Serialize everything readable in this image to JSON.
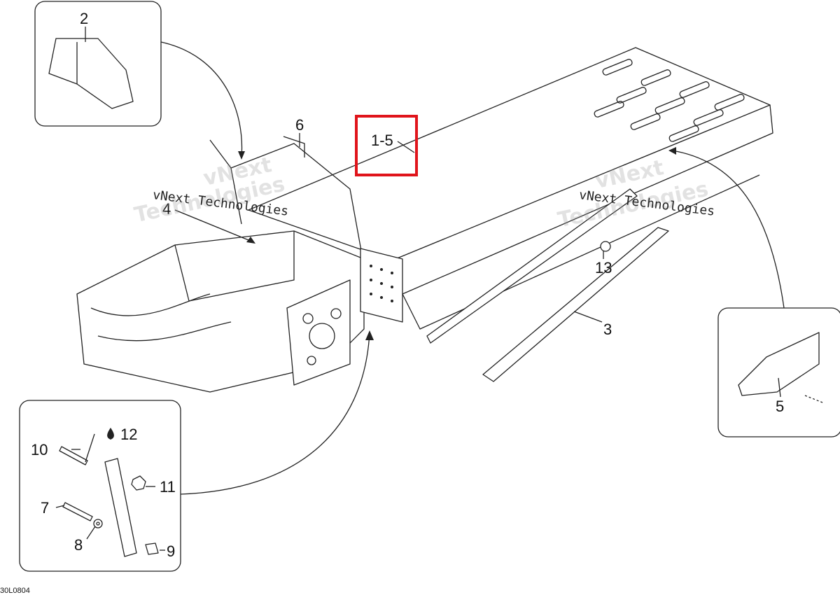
{
  "labels": {
    "l2": "2",
    "l6": "6",
    "l1_5": "1-5",
    "l4": "4",
    "l13": "13",
    "l3": "3",
    "l5": "5",
    "l12": "12",
    "l10": "10",
    "l11": "11",
    "l7": "7",
    "l8": "8",
    "l9": "9"
  },
  "watermark": {
    "line1": "vNext Technologies",
    "ghost1": "vNext",
    "ghost2": "Technologies"
  },
  "diagram_code": "30L0804",
  "colors": {
    "highlight": "#e0141b",
    "line": "#222222",
    "panel_fill": "#ffffff"
  }
}
